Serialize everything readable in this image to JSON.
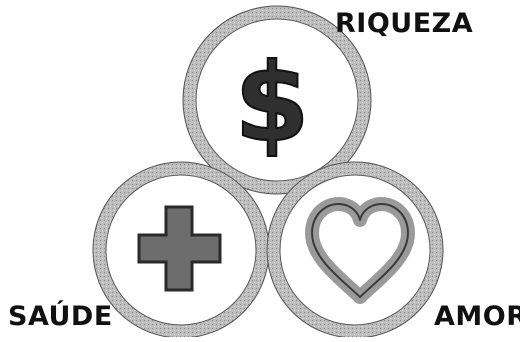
{
  "labels": {
    "top": "RIQUEZA",
    "left": "SAÚDE",
    "right": "AMOR"
  },
  "icons": {
    "top": "dollar-sign-icon",
    "left": "plus-cross-icon",
    "right": "heart-icon"
  },
  "symbols": {
    "dollar": "$"
  },
  "colors": {
    "ring": "#b8b8b8",
    "ring_outline": "#4a4a4a",
    "symbol": "#2b2b2b",
    "symbol_fill": "#6c6c6c",
    "text": "#111111",
    "background": "#ffffff"
  }
}
